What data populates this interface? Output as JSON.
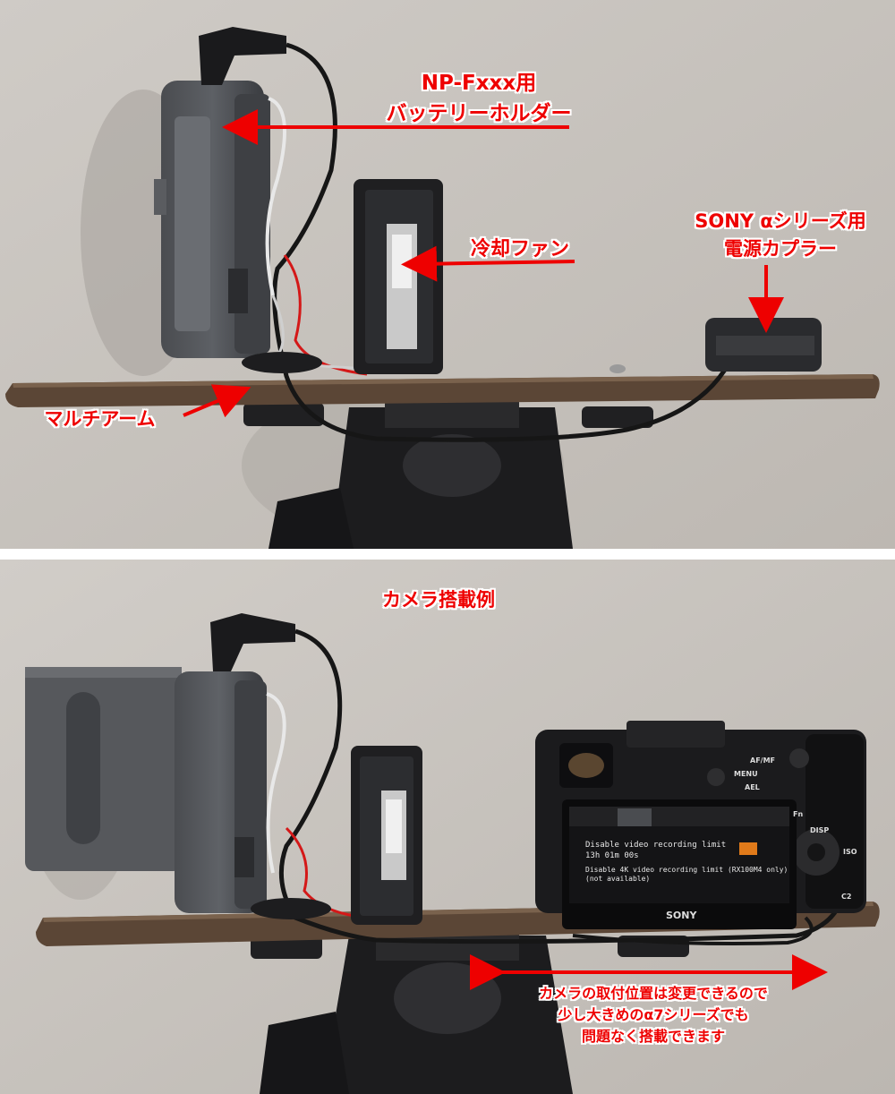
{
  "annotations": {
    "battery_holder": [
      "NP-Fxxx用",
      "バッテリーホルダー"
    ],
    "cooling_fan": [
      "冷却ファン"
    ],
    "power_coupler": [
      "SONY αシリーズ用",
      "電源カプラー"
    ],
    "multi_arm": [
      "マルチアーム"
    ],
    "mount_example": [
      "カメラ搭載例"
    ],
    "note": [
      "カメラの取付位置は変更できるので",
      "少し大きめのα7シリーズでも",
      "問題なく搭載できます"
    ]
  },
  "camera_screen": {
    "line1": "Disable video recording limit",
    "line2": "13h 01m 00s",
    "line3": "Disable 4K video recording limit (RX100M4 only)",
    "line4": "(not available)",
    "brand": "SONY"
  },
  "camera_buttons": {
    "menu": "MENU",
    "afmf": "AF/MF",
    "ael": "AEL",
    "fn": "Fn",
    "disp": "DISP",
    "iso": "ISO",
    "c2": "C2"
  },
  "colors": {
    "annotation_red": "#ee0000",
    "wall": "#c9c5bf",
    "arm_wood": "#5b4636"
  }
}
